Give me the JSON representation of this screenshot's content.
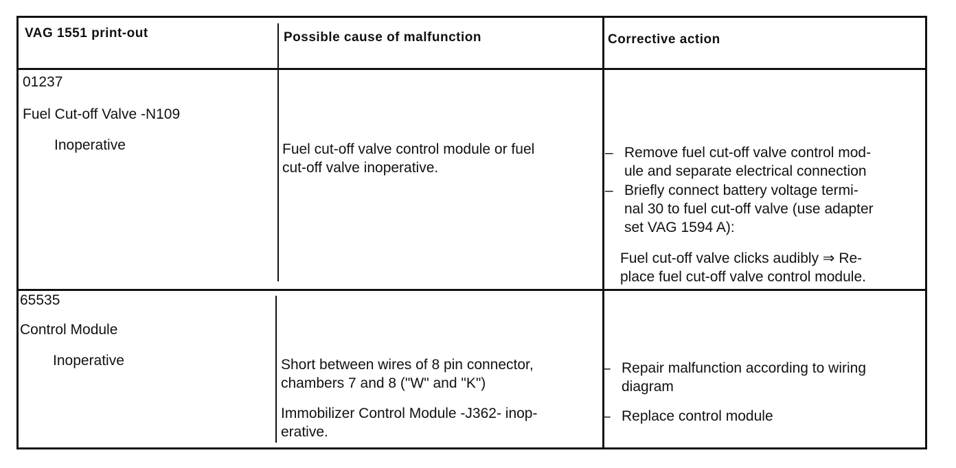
{
  "headers": {
    "col1": "VAG 1551 print-out",
    "col2": "Possible cause of malfunction",
    "col3": "Corrective action"
  },
  "rows": [
    {
      "code": "01237",
      "component": "Fuel Cut-off Valve -N109",
      "status": "Inoperative",
      "causes": [
        [
          "Fuel cut-off valve control module or fuel",
          "cut-off valve inoperative."
        ]
      ],
      "actions": [
        [
          "Remove fuel cut-off valve control mod-",
          "ule and separate electrical connection"
        ],
        [
          "Briefly connect battery voltage termi-",
          "nal 30 to fuel cut-off valve (use adapter",
          "set VAG 1594 A):"
        ]
      ],
      "note": [
        "Fuel cut-off valve clicks audibly ⇒ Re-",
        "place fuel cut-off valve control module."
      ]
    },
    {
      "code": "65535",
      "component": "Control Module",
      "status": "Inoperative",
      "causes": [
        [
          "Short between wires of 8 pin connector,",
          "chambers 7 and 8 (\"W\" and \"K\")"
        ],
        [
          "Immobilizer Control Module -J362- inop-",
          "erative."
        ]
      ],
      "actions": [
        [
          "Repair malfunction according to wiring",
          "diagram"
        ],
        [
          "Replace control module"
        ]
      ]
    }
  ],
  "dash": "–"
}
